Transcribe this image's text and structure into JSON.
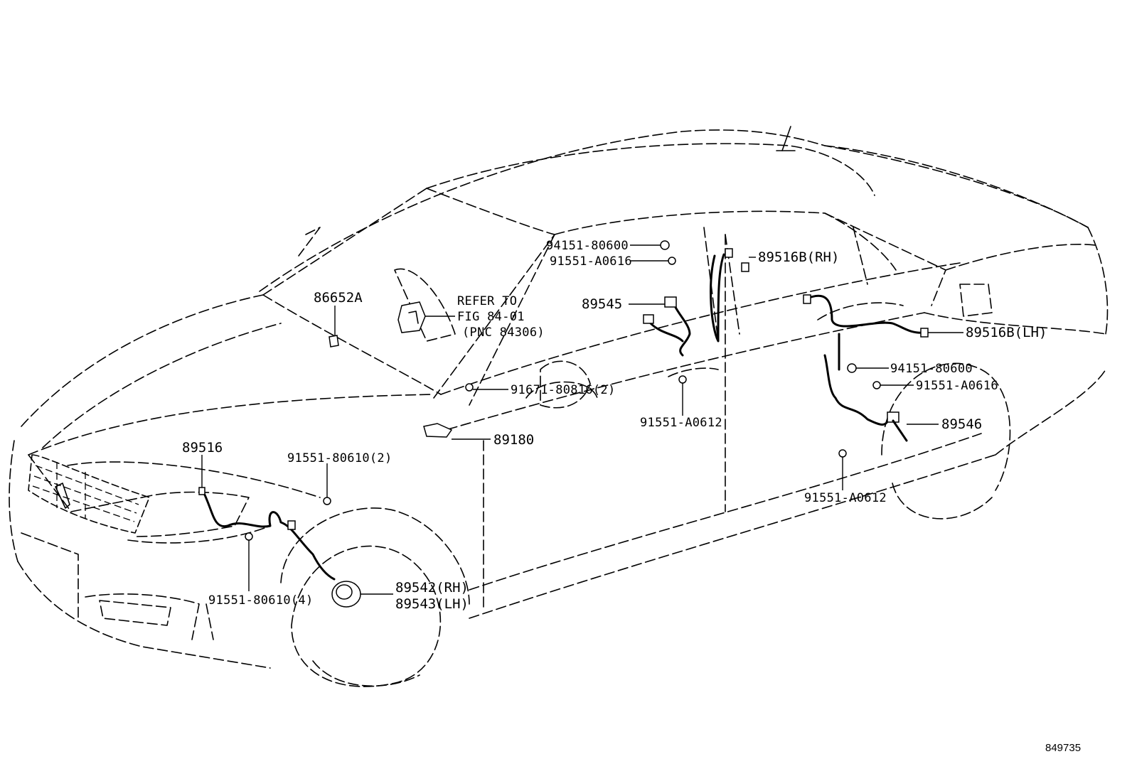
{
  "figure_number": "849735",
  "labels": {
    "p86652a": "86652A",
    "refer_line1": "REFER TO",
    "refer_line2": "FIG 84-01",
    "refer_line3": "(PNC 84306)",
    "p94151_rh": "94151-80600",
    "p91551_a0616_rh": "91551-A0616",
    "p89516b_rh": "89516B(RH)",
    "p89545": "89545",
    "p91671": "91671-80816(2)",
    "p91551_a0612_rh": "91551-A0612",
    "p89516b_lh": "89516B(LH)",
    "p94151_lh": "94151-80600",
    "p91551_a0616_lh": "91551-A0616",
    "p89546": "89546",
    "p91551_a0612_lh": "91551-A0612",
    "p89180": "89180",
    "p89516": "89516",
    "p91551_80610_2": "91551-80610(2)",
    "p91551_80610_4": "91551-80610(4)",
    "p89542": "89542(RH)",
    "p89543": "89543(LH)"
  }
}
